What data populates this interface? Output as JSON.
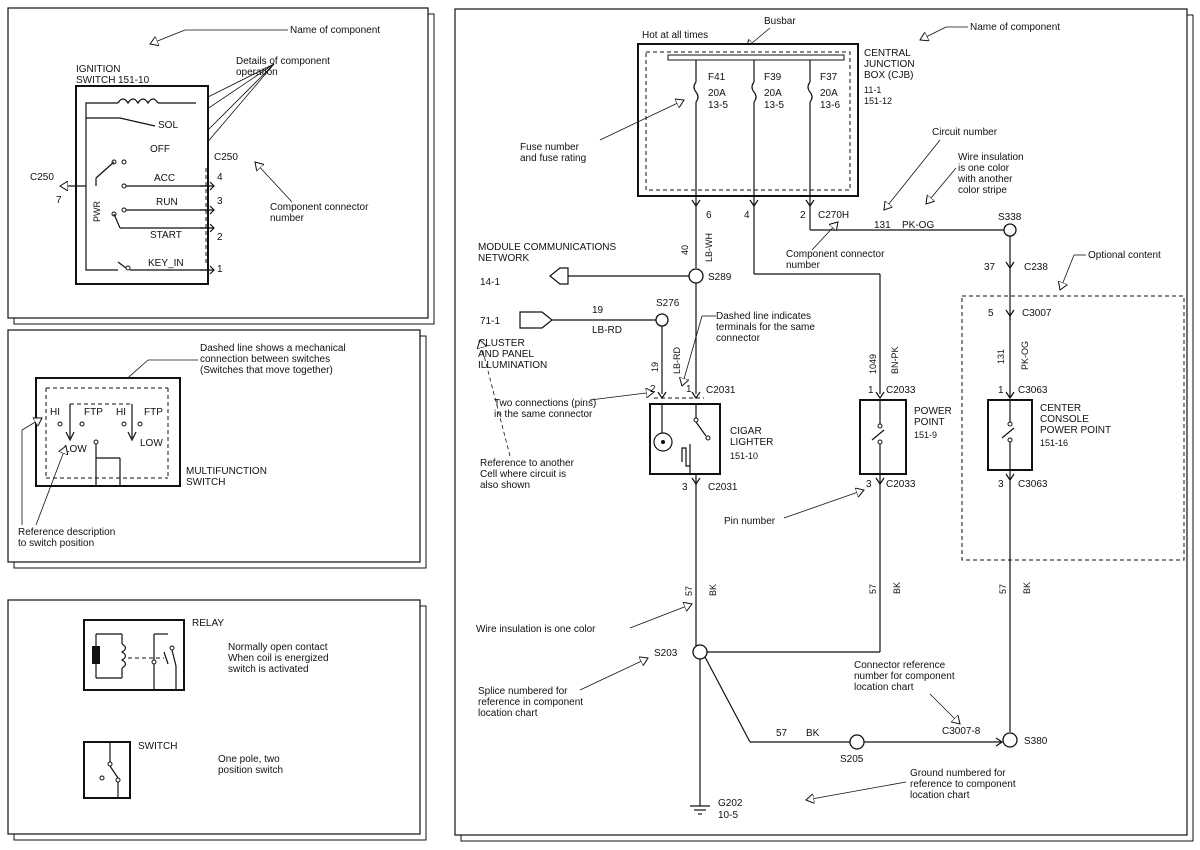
{
  "panel_ignition": {
    "name_of_component": "Name of component",
    "details": "Details of component",
    "details2": "operation",
    "title1": "IGNITION",
    "title2": "SWITCH",
    "title_ref": "151-10",
    "sol": "SOL",
    "off": "OFF",
    "acc": "ACC",
    "run": "RUN",
    "start": "START",
    "key_in": "KEY_IN",
    "pwr": "PWR",
    "c250_left": "C250",
    "c250_right": "C250",
    "pin7": "7",
    "pin4": "4",
    "pin3": "3",
    "pin2": "2",
    "pin1": "1",
    "connector_num1": "Component connector",
    "connector_num2": "number"
  },
  "panel_multifunction": {
    "dashed_note1": "Dashed line shows a mechanical",
    "dashed_note2": "connection between switches",
    "dashed_note3": "(Switches that move together)",
    "hi_left": "HI",
    "ftp1": "FTP",
    "hi_mid": "HI",
    "ftp2": "FTP",
    "low1": "LOW",
    "low2": "LOW",
    "title1": "MULTIFUNCTION",
    "title2": "SWITCH",
    "ref1": "Reference description",
    "ref2": "to switch position"
  },
  "panel_relay": {
    "relay": "RELAY",
    "relay_desc1": "Normally open contact",
    "relay_desc2": "When coil is energized",
    "relay_desc3": "switch is activated",
    "switch": "SWITCH",
    "switch_desc1": "One pole, two",
    "switch_desc2": "position switch"
  },
  "main": {
    "hot": "Hot at all times",
    "busbar": "Busbar",
    "name_of_component": "Name of component",
    "cjb1": "CENTRAL",
    "cjb2": "JUNCTION",
    "cjb3": "BOX (CJB)",
    "cjb_ref1": "11-1",
    "cjb_ref2": "151-12",
    "f41": "F41",
    "f39": "F39",
    "f37": "F37",
    "f41_a": "20A",
    "f39_a": "20A",
    "f37_a": "20A",
    "f41_r": "13-5",
    "f39_r": "13-5",
    "f37_r": "13-6",
    "fuse_note1": "Fuse number",
    "fuse_note2": "and fuse rating",
    "circuit_number": "Circuit number",
    "wire_ins1": "Wire insulation",
    "wire_ins2": "is one color",
    "wire_ins3": "with another",
    "wire_ins4": "color stripe",
    "pin6": "6",
    "pin4": "4",
    "pin2": "2",
    "c270h": "C270H",
    "c131": "131",
    "pkog": "PK-OG",
    "s338": "S338",
    "comp_conn1": "Component connector",
    "comp_conn2": "number",
    "mcn1": "MODULE COMMUNICATIONS",
    "mcn2": "NETWORK",
    "mcn_ref": "14-1",
    "w40": "40",
    "lbwh": "LB-WH",
    "s289": "S289",
    "w37": "37",
    "c238": "C238",
    "optional": "Optional content",
    "ref71": "71-1",
    "w19a": "19",
    "lbrd": "LB-RD",
    "s276": "S276",
    "cluster1": "CLUSTER",
    "cluster2": "AND PANEL",
    "cluster3": "ILLUMINATION",
    "dashed_term1": "Dashed line indicates",
    "dashed_term2": "terminals for the same",
    "dashed_term3": "connector",
    "c3007_pin": "5",
    "c3007": "C3007",
    "w19b": "19",
    "lbrd2": "LB-RD",
    "w1049": "1049",
    "bnpk": "BN-PK",
    "w131b": "131",
    "pkog2": "PK-OG",
    "two_conn1": "Two connections (pins)",
    "two_conn2": "in the same connector",
    "pin2b": "2",
    "pin1b": "1",
    "c2031_top": "C2031",
    "pin1c": "1",
    "c2033_top": "C2033",
    "pin1d": "1",
    "c3063_top": "C3063",
    "cigar1": "CIGAR",
    "cigar2": "LIGHTER",
    "cigar_ref": "151-10",
    "pp1": "POWER",
    "pp2": "POINT",
    "pp_ref": "151-9",
    "cc1": "CENTER",
    "cc2": "CONSOLE",
    "cc3": "POWER POINT",
    "cc_ref": "151-16",
    "ref_cell1": "Reference to another",
    "ref_cell2": "Cell where circuit is",
    "ref_cell3": "also shown",
    "pin3a": "3",
    "c2031_bot": "C2031",
    "pin3b": "3",
    "c2033_bot": "C2033",
    "pin3c": "3",
    "c3063_bot": "C3063",
    "pin_number": "Pin number",
    "w57a": "57",
    "bka": "BK",
    "w57b": "57",
    "bkb": "BK",
    "w57c": "57",
    "bkc": "BK",
    "wire_one": "Wire insulation is one color",
    "s203": "S203",
    "conn_ref1": "Connector reference",
    "conn_ref2": "number for component",
    "conn_ref3": "location chart",
    "splice1": "Splice numbered for",
    "splice2": "reference in component",
    "splice3": "location chart",
    "w57d": "57",
    "bkd": "BK",
    "c3007_8": "C3007-8",
    "s380": "S380",
    "s205": "S205",
    "ground1": "Ground numbered for",
    "ground2": "reference to component",
    "ground3": "location chart",
    "g202": "G202",
    "g202_ref": "10-5"
  }
}
